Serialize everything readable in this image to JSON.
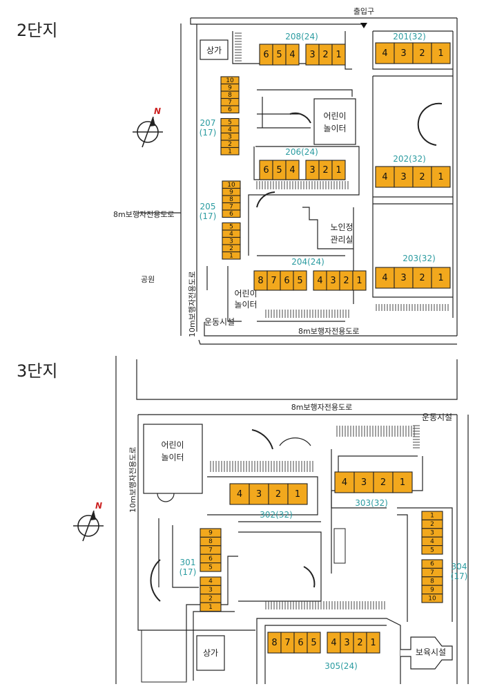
{
  "complex2": {
    "title": "2단지",
    "entrance": "출입구",
    "road_left": "8m보행자전용도로",
    "road_bottom": "8m보행자전용도로",
    "road_vertical": "10m보행자전용도로",
    "park": "공원",
    "facilities": {
      "shop": "상가",
      "playground1_l1": "어린이",
      "playground1_l2": "놀이터",
      "senior_l1": "노인정",
      "senior_l2": "관리실",
      "playground2_l1": "어린이",
      "playground2_l2": "놀이터",
      "sports": "운동시설"
    },
    "buildings": [
      {
        "id": "b208",
        "label": "208(24)",
        "units": [
          "6",
          "5",
          "4",
          "3",
          "2",
          "1"
        ]
      },
      {
        "id": "b201",
        "label": "201(32)",
        "units": [
          "4",
          "3",
          "2",
          "1"
        ]
      },
      {
        "id": "b206",
        "label": "206(24)",
        "units": [
          "6",
          "5",
          "4",
          "3",
          "2",
          "1"
        ]
      },
      {
        "id": "b202",
        "label": "202(32)",
        "units": [
          "4",
          "3",
          "2",
          "1"
        ]
      },
      {
        "id": "b204",
        "label": "204(24)",
        "units": [
          "8",
          "7",
          "6",
          "5",
          "4",
          "3",
          "2",
          "1"
        ]
      },
      {
        "id": "b203",
        "label": "203(32)",
        "units": [
          "4",
          "3",
          "2",
          "1"
        ]
      },
      {
        "id": "b207",
        "label_l1": "207",
        "label_l2": "(17)",
        "units": [
          "10",
          "9",
          "8",
          "7",
          "6",
          "5",
          "4",
          "3",
          "2",
          "1"
        ]
      },
      {
        "id": "b205",
        "label_l1": "205",
        "label_l2": "(17)",
        "units": [
          "10",
          "9",
          "8",
          "7",
          "6",
          "5",
          "4",
          "3",
          "2",
          "1"
        ]
      }
    ]
  },
  "complex3": {
    "title": "3단지",
    "road_top": "8m보행자전용도로",
    "road_vertical": "10m보행자전용도로",
    "facilities": {
      "playground_l1": "어린이",
      "playground_l2": "놀이터",
      "sports": "운동시설",
      "shop": "상가",
      "daycare": "보육시설"
    },
    "buildings": [
      {
        "id": "b302",
        "label": "302(32)",
        "units": [
          "4",
          "3",
          "2",
          "1"
        ]
      },
      {
        "id": "b303",
        "label": "303(32)",
        "units": [
          "4",
          "3",
          "2",
          "1"
        ]
      },
      {
        "id": "b305",
        "label": "305(24)",
        "units": [
          "8",
          "7",
          "6",
          "5",
          "4",
          "3",
          "2",
          "1"
        ]
      },
      {
        "id": "b301",
        "label_l1": "301",
        "label_l2": "(17)",
        "units": [
          "9",
          "8",
          "7",
          "6",
          "5",
          "4",
          "3",
          "2",
          "1"
        ]
      },
      {
        "id": "b304",
        "label_l1": "304",
        "label_l2": "(17)",
        "units": [
          "1",
          "2",
          "3",
          "4",
          "5",
          "6",
          "7",
          "8",
          "9",
          "10"
        ]
      }
    ]
  },
  "compass": {
    "north": "N",
    "icon": "compass-icon"
  },
  "colors": {
    "unit_fill": "#f2a81d",
    "label_teal": "#2a9ba0",
    "line": "#222222"
  }
}
